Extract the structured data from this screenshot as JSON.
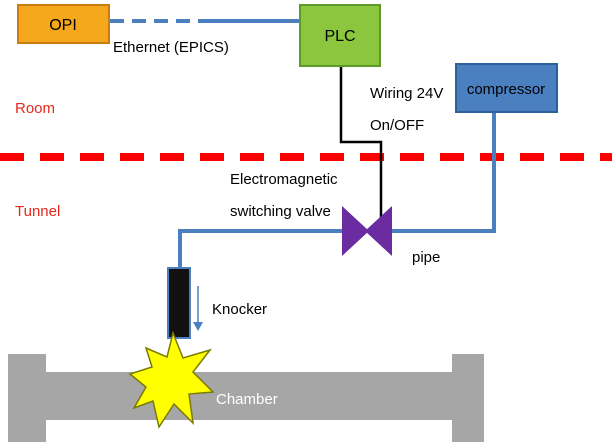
{
  "zones": {
    "room": "Room",
    "tunnel": "Tunnel"
  },
  "blocks": {
    "opi": "OPI",
    "plc": "PLC",
    "compressor": "compressor"
  },
  "labels": {
    "ethernet": "Ethernet (EPICS)",
    "wiring_line1": "Wiring 24V",
    "wiring_line2": "On/OFF",
    "valve_line1": "Electromagnetic",
    "valve_line2": "switching valve",
    "pipe": "pipe",
    "knocker": "Knocker",
    "chamber": "Chamber"
  },
  "colors": {
    "zone_label": "#e8281c",
    "boundary_line": "#ff0000",
    "opi_fill": "#f5a81c",
    "opi_stroke": "#c77d12",
    "plc_fill": "#8cc63e",
    "plc_stroke": "#5d9a2a",
    "compressor_fill": "#4a7fc0",
    "compressor_stroke": "#2f5f98",
    "pipe": "#4a7fc0",
    "wire": "#000000",
    "valve": "#6a2ca0",
    "knocker_body": "#111111",
    "burst_fill": "#ffff00",
    "burst_stroke": "#7a7a00",
    "chamber": "#a6a6a6",
    "arrow": "#4a7fc0"
  },
  "icons": {
    "valve": "valve-icon",
    "burst": "impact-burst-icon",
    "arrow": "down-arrow-icon"
  }
}
